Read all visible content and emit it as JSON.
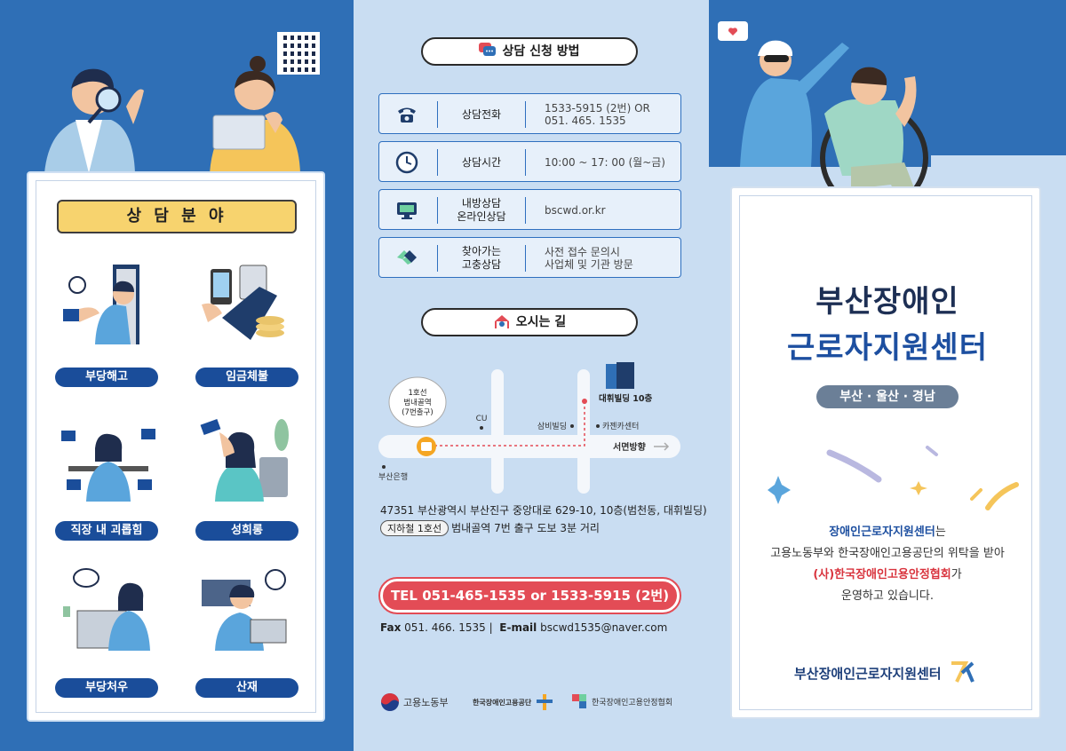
{
  "left_panel": {
    "fields_title": "상 담 분 야",
    "fields": [
      "부당해고",
      "임금체불",
      "직장 내 괴롭힘",
      "성희롱",
      "부당처우",
      "산재"
    ]
  },
  "middle_panel": {
    "consult_heading": "상담 신청 방법",
    "consult_rows": [
      {
        "icon": "telephone-icon",
        "label": "상담전화",
        "value": "1533-5915 (2번) OR\n051. 465. 1535"
      },
      {
        "icon": "clock-icon",
        "label": "상담시간",
        "value": "10:00 ~ 17: 00 (월~금)"
      },
      {
        "icon": "monitor-icon",
        "label": "내방상담\n온라인상담",
        "value": "bscwd.or.kr"
      },
      {
        "icon": "handshake-icon",
        "label": "찾아가는\n고충상담",
        "value": "사전 접수 문의시\n사업체 및 기관 방문"
      }
    ],
    "directions_heading": "오시는 길",
    "map": {
      "station": "1호선\n범내골역\n(7번출구)",
      "cu": "CU",
      "samsbi": "삼비빌딩",
      "daehwi": "대휘빌딩 10층",
      "cafe": "카젠카센터",
      "direction": "서면방향",
      "bank": "부산은행"
    },
    "address": "47351 부산광역시 부산진구 중앙대로 629-10, 10층(범천동, 대휘빌딩)",
    "subway_tag": "지하철 1호선",
    "subway_text": "범내골역 7번 출구 도보 3분 거리",
    "tel": "TEL 051-465-1535  or  1533-5915 (2번)",
    "fax_label": "Fax",
    "fax_value": "051. 466. 1535",
    "email_label": "E-mail",
    "email_value": "bscwd1535@naver.com",
    "logos": [
      "고용노동부",
      "한국장애인고용공단",
      "한국장애인고용안정협회"
    ]
  },
  "right_panel": {
    "title_line1": "부산장애인",
    "title_line2": "근로자지원센터",
    "region": "부산 · 울산 · 경남",
    "desc_line1_bold": "장애인근로자지원센터",
    "desc_line1_rest": "는",
    "desc_line2": "고용노동부와 한국장애인고용공단의 위탁을 받아",
    "desc_line3_red": "(사)한국장애인고용안정협회",
    "desc_line3_rest": "가",
    "desc_line4": "운영하고 있습니다.",
    "org_name": "부산장애인근로자지원센터"
  },
  "colors": {
    "primary_blue": "#2f6fb6",
    "light_blue": "#c9ddf2",
    "navy": "#1a4d9a",
    "yellow": "#f7d36e",
    "red": "#e34c56"
  }
}
